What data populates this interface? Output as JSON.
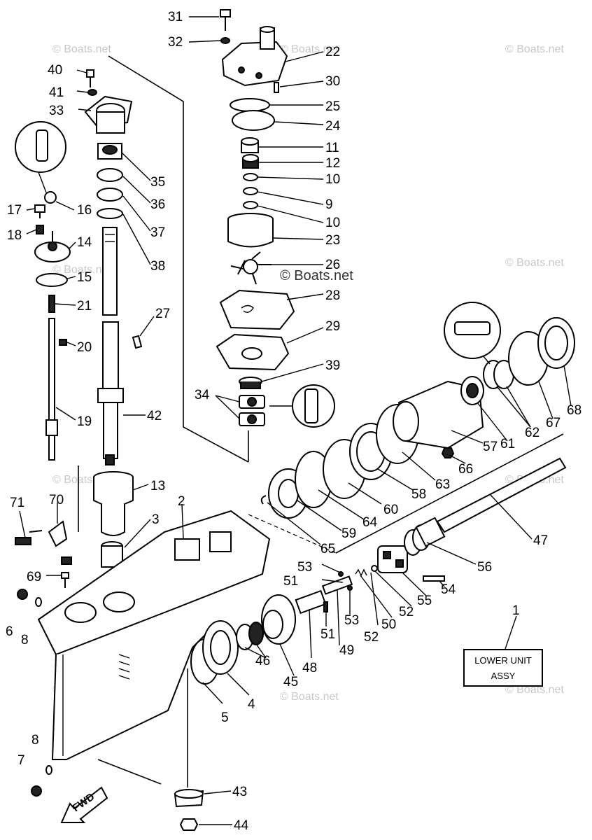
{
  "diagram": {
    "watermark": "© Boats.net",
    "assembly_box": {
      "line1": "LOWER UNIT",
      "line2": "ASSY"
    },
    "fwd_arrow": "FWD",
    "callouts": [
      "31",
      "32",
      "22",
      "30",
      "25",
      "24",
      "11",
      "12",
      "10",
      "9",
      "10",
      "23",
      "26",
      "28",
      "29",
      "39",
      "34",
      "40",
      "41",
      "33",
      "35",
      "36",
      "37",
      "38",
      "27",
      "42",
      "17",
      "16",
      "18",
      "14",
      "15",
      "21",
      "20",
      "19",
      "13",
      "3",
      "2",
      "71",
      "70",
      "69",
      "6",
      "8",
      "8",
      "7",
      "1",
      "43",
      "44",
      "5",
      "4",
      "46",
      "45",
      "48",
      "49",
      "51",
      "51",
      "53",
      "53",
      "52",
      "52",
      "50",
      "55",
      "54",
      "56",
      "47",
      "65",
      "59",
      "64",
      "60",
      "58",
      "63",
      "57",
      "66",
      "61",
      "62",
      "67",
      "68"
    ]
  }
}
